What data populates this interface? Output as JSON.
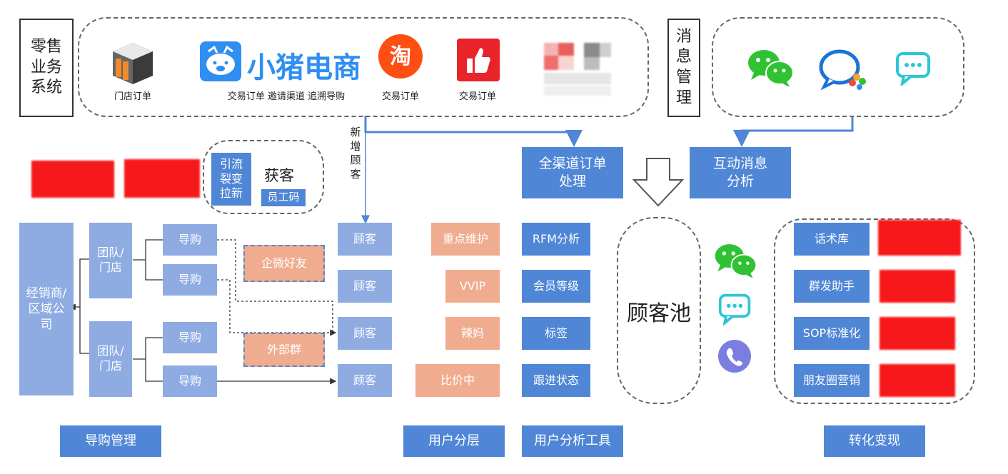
{
  "header": {
    "retail_system": "零售\n业务\n系统",
    "msg_mgmt": "消\n息\n管\n理"
  },
  "channels": {
    "store_order": "门店订单",
    "xiaozhu_brand": "小猪电商",
    "xiaozhu_caption": "交易订单 邀请渠道 追溯导购",
    "taobao_glyph": "淘",
    "taobao_caption": "交易订单",
    "thumb_caption": "交易订单"
  },
  "flow": {
    "new_customer": "新\n增\n顾\n客",
    "all_channel_order": "全渠道订单\n处理",
    "interaction_msg": "互动消息\n分析"
  },
  "acquire": {
    "traffic": "引流\n裂变\n拉新",
    "get_customer": "获客",
    "staff_code": "员工码"
  },
  "org": {
    "dealer": "经销商/\n区域公\n司",
    "team1": "团队/\n门店",
    "team2": "团队/\n门店",
    "guides": [
      "导购",
      "导购",
      "导购",
      "导购"
    ],
    "wecom_friend": "企微好友",
    "external_group": "外部群"
  },
  "customers": [
    "顾客",
    "顾客",
    "顾客",
    "顾客"
  ],
  "layers": [
    "重点维护",
    "VVIP",
    "辣妈",
    "比价中"
  ],
  "tools": [
    "RFM分析",
    "会员等级",
    "标签",
    "跟进状态"
  ],
  "pool": "顾客池",
  "conversion": [
    "话术库",
    "群发助手",
    "SOP标准化",
    "朋友圈营销"
  ],
  "footer": {
    "guide_mgmt": "导购管理",
    "user_layer": "用户分层",
    "user_tools": "用户分析工具",
    "conversion": "转化变现"
  },
  "colors": {
    "blue": "#4f86d6",
    "light_blue": "#8eabe2",
    "peach": "#f0ac8f",
    "red": "#f6181a",
    "wechat_green": "#2fc232",
    "taobao_orange": "#ff4e12"
  }
}
